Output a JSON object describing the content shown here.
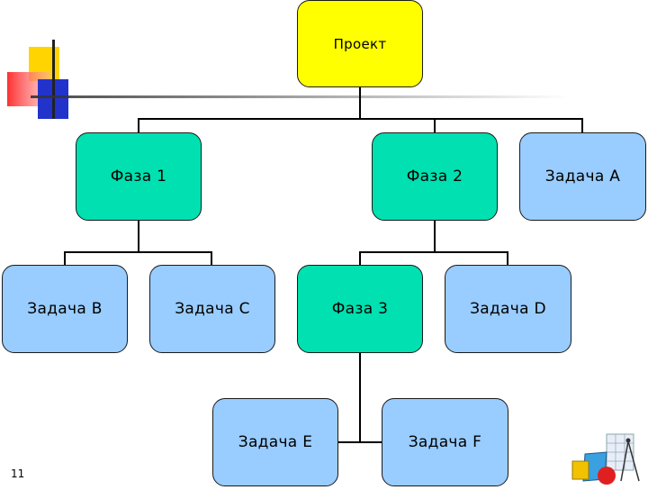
{
  "root": {
    "label": "Проект"
  },
  "phases": {
    "phase1": "Фаза 1",
    "phase2": "Фаза 2",
    "phase3": "Фаза 3"
  },
  "tasks": {
    "a": "Задача A",
    "b": "Задача B",
    "c": "Задача C",
    "d": "Задача D",
    "e": "Задача E",
    "f": "Задача F"
  },
  "slide_number": "11",
  "colors": {
    "root": "#ffff00",
    "phase": "#00e0b0",
    "task": "#99ccff",
    "deco_yellow": "#ffd400",
    "deco_red": "#ff4a3a",
    "deco_blue": "#2233cc"
  },
  "decorations": [
    "corner-squares-graphic",
    "math-tools-clipart"
  ]
}
